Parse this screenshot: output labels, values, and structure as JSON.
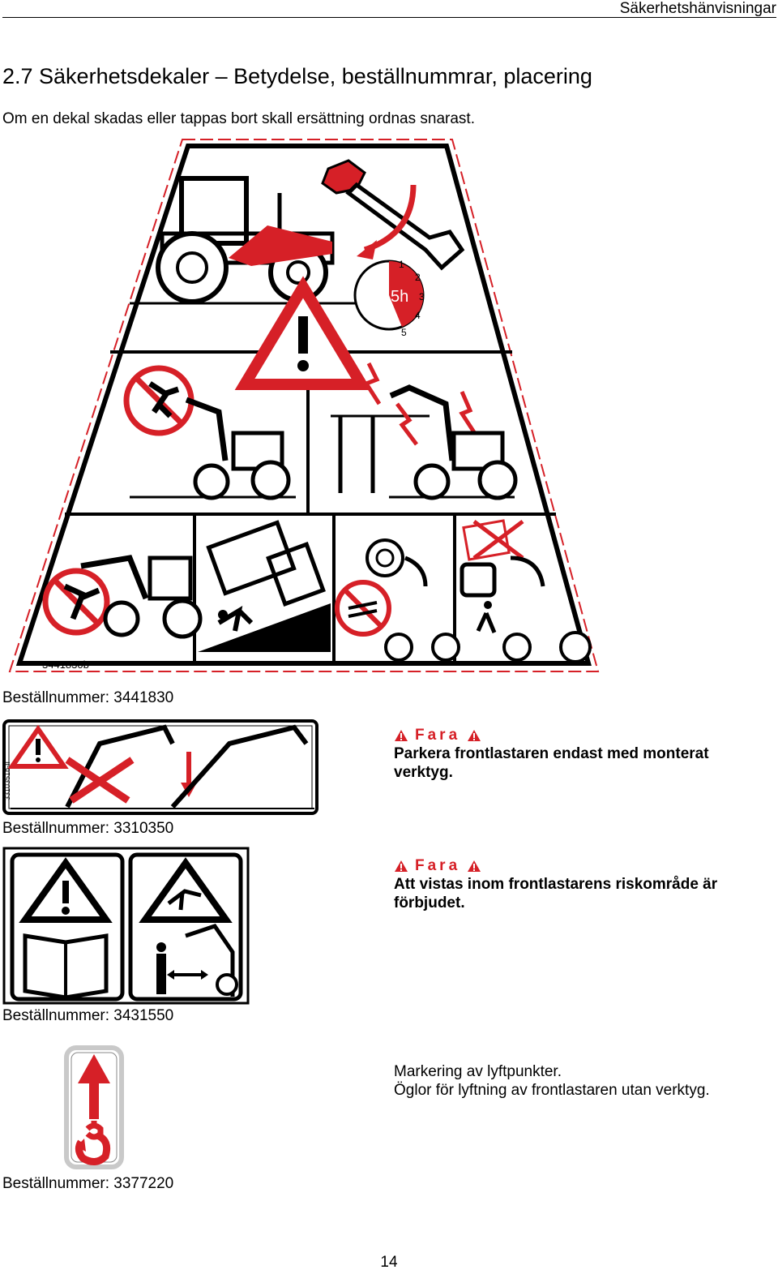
{
  "header": {
    "title": "Säkerhetshänvisningar"
  },
  "section": {
    "title": "2.7  Säkerhetsdekaler – Betydelse, beställnummrar, placering",
    "intro": "Om en dekal skadas eller tappas bort skall ersättning ordnas snarast."
  },
  "main_decal": {
    "code_label": "3441830b",
    "timer_label": "5h",
    "timer_ticks": [
      "1",
      "2",
      "3",
      "4",
      "5"
    ],
    "order": "Beställnummer: 3441830"
  },
  "decals": [
    {
      "code_label": "3310351b-II",
      "danger_word": "Fara",
      "text": "Parkera frontlastaren endast med monterat verktyg.",
      "order": "Beställnummer: 3310350"
    },
    {
      "danger_word": "Fara",
      "text": "Att vistas inom frontlastarens riskområde är förbjudet.",
      "order": "Beställnummer: 3431550"
    },
    {
      "text_line1": "Markering av lyftpunkter.",
      "text_line2": "Öglor för lyftning av frontlastaren utan verktyg.",
      "order": "Beställnummer: 3377220"
    }
  ],
  "footer": {
    "page_number": "14"
  },
  "colors": {
    "danger_red": "#d62027",
    "black": "#000000"
  }
}
